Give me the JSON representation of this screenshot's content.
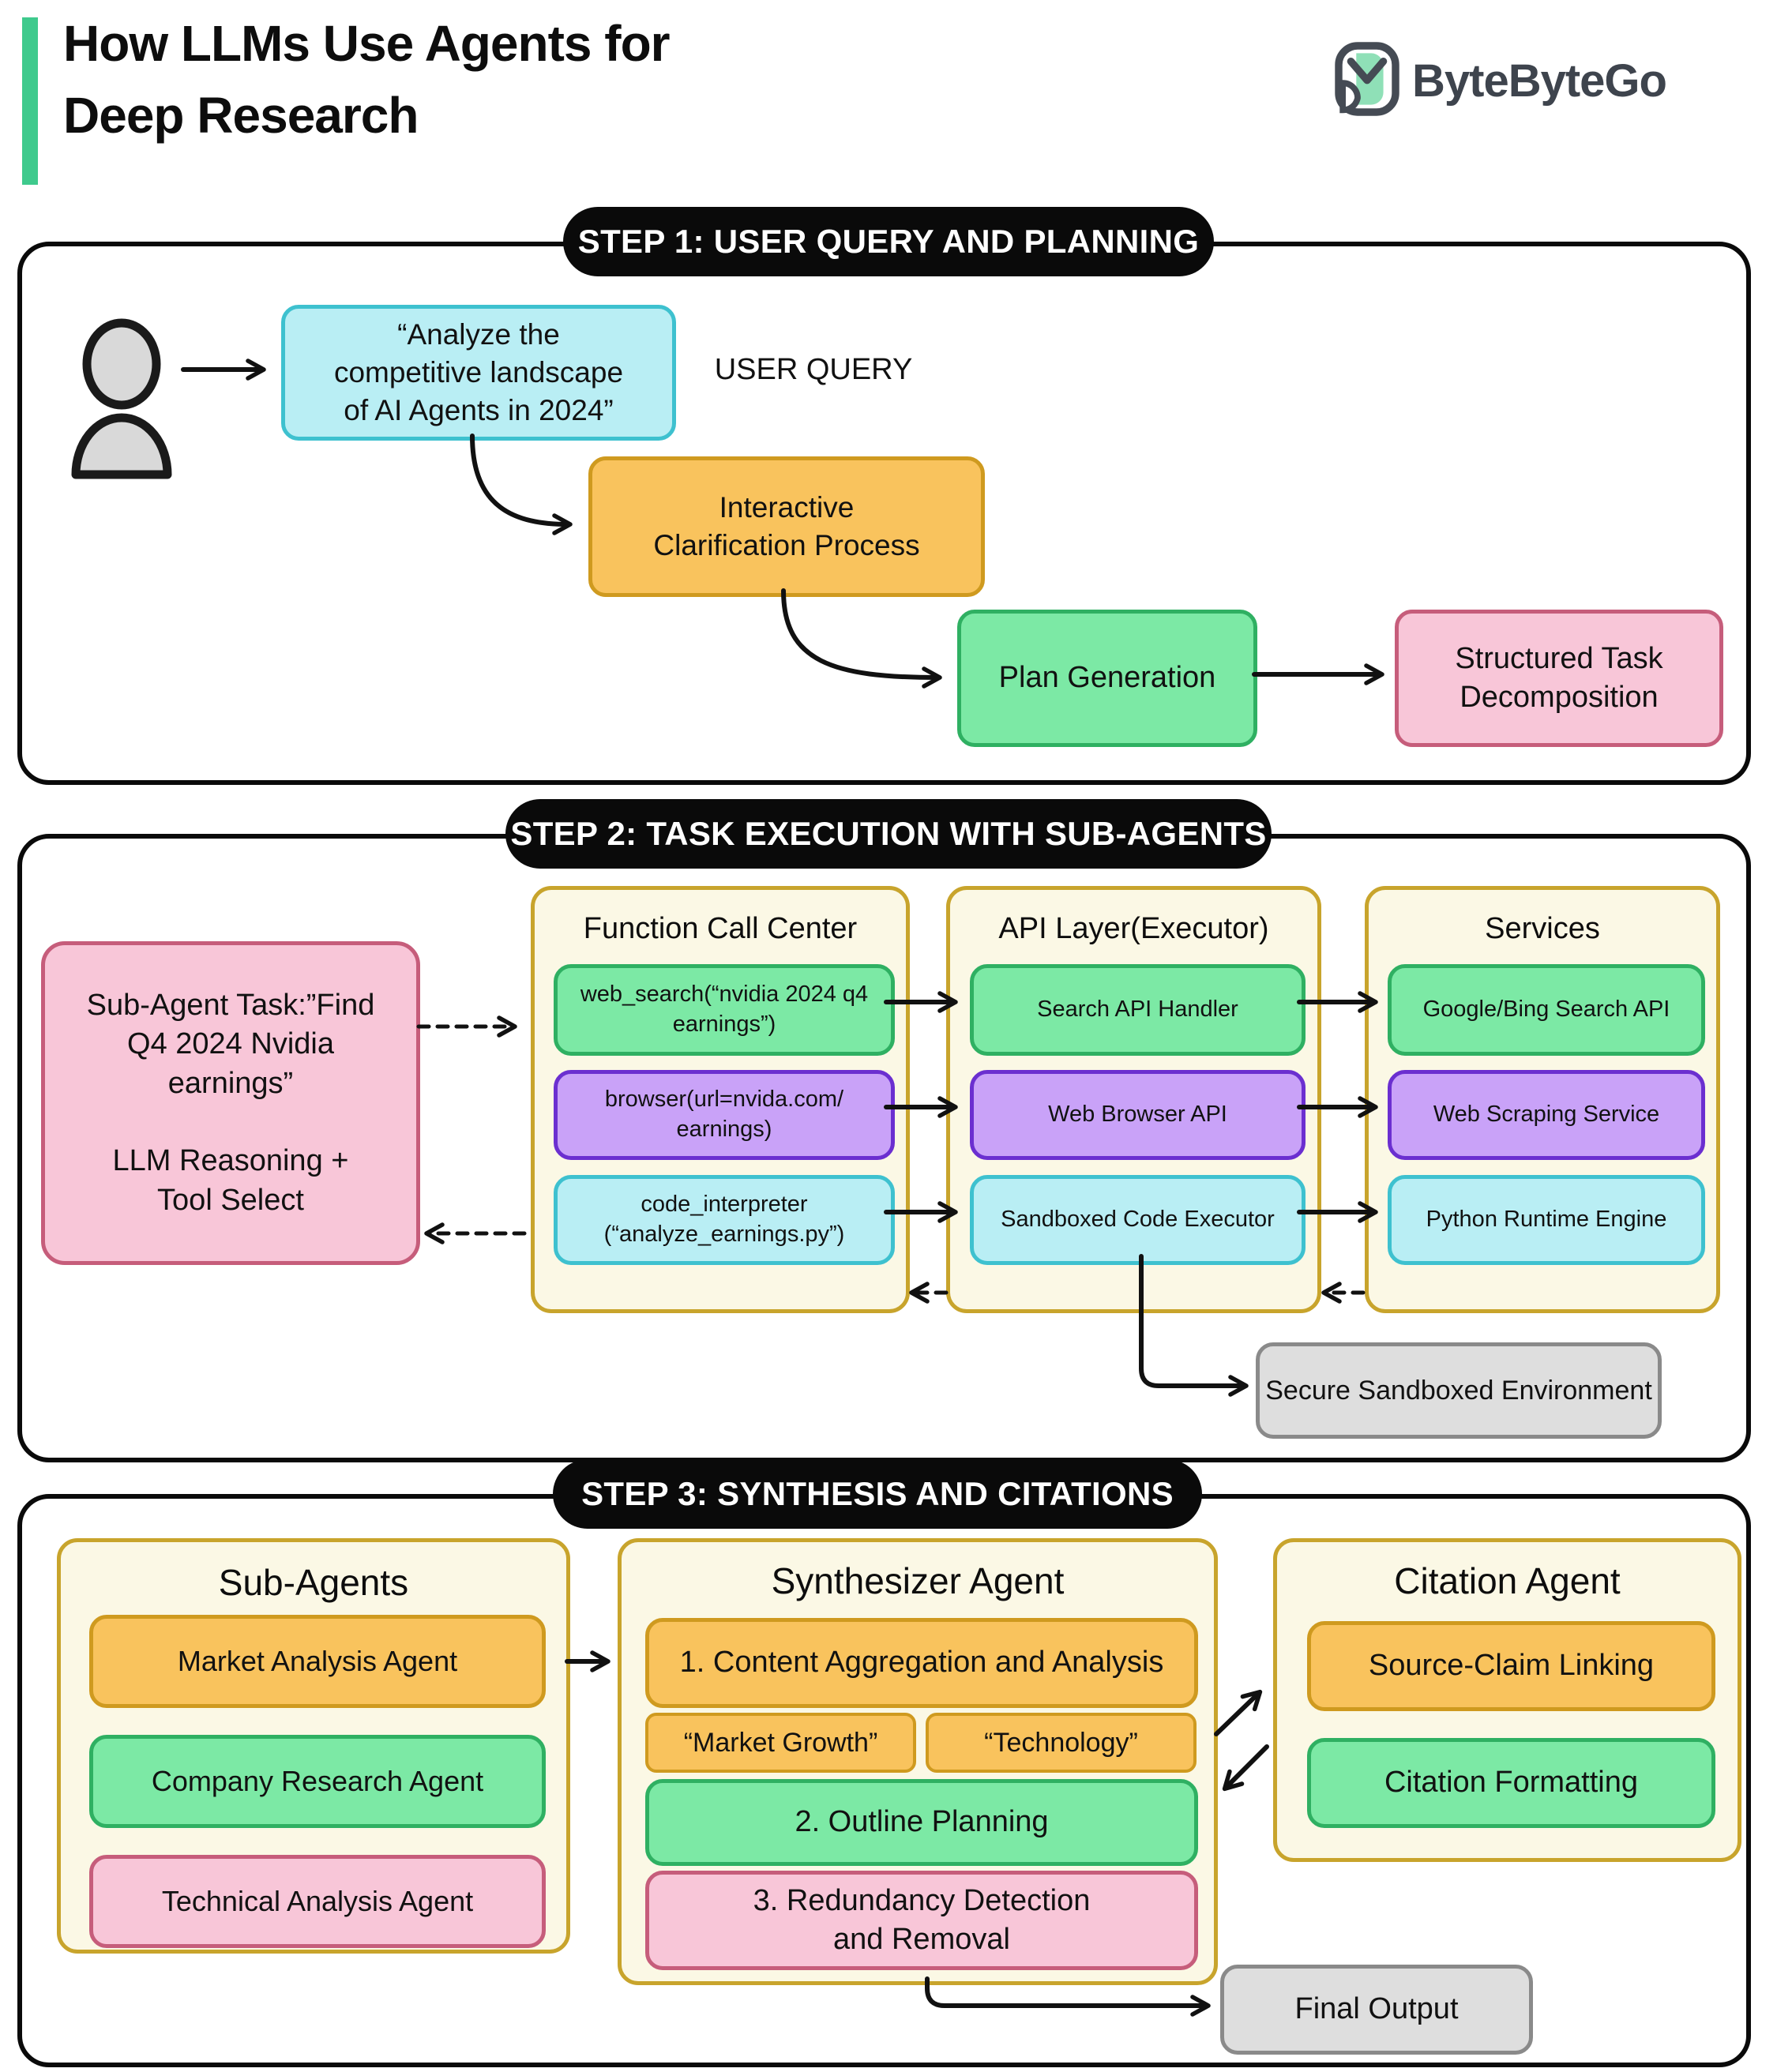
{
  "header": {
    "title": "How LLMs Use Agents for\nDeep Research",
    "brand": "ByteByteGo"
  },
  "colors": {
    "accent_green": "#3fca8d",
    "box_green": "#7ce9a5",
    "box_orange": "#f9c35d",
    "box_pink": "#f8c6d8",
    "box_purple": "#c9a2f8",
    "box_cyan": "#b9eef4",
    "box_gray": "#dedede",
    "panel_cream": "#fbf8e5",
    "pill_black": "#0a0a0a"
  },
  "step1": {
    "label": "STEP 1: USER QUERY AND PLANNING",
    "user_query_box": "“Analyze the\ncompetitive landscape\nof AI Agents in 2024”",
    "user_query_label": "USER QUERY",
    "clarification_box": "Interactive\nClarification Process",
    "plan_generation_box": "Plan Generation",
    "task_decomposition_box": "Structured Task\nDecomposition"
  },
  "step2": {
    "label": "STEP 2: TASK EXECUTION WITH SUB-AGENTS",
    "subagent_task_box": "Sub-Agent Task:”Find\nQ4 2024 Nvidia\nearnings”\n\nLLM Reasoning +\nTool Select",
    "function_call_center": {
      "title": "Function Call Center",
      "items": [
        "web_search(“nvidia 2024 q4\nearnings”)",
        "browser(url=nvida.com/\nearnings)",
        "code_interpreter\n(“analyze_earnings.py”)"
      ]
    },
    "api_layer": {
      "title": "API Layer(Executor)",
      "items": [
        "Search API Handler",
        "Web Browser API",
        "Sandboxed Code Executor"
      ]
    },
    "services": {
      "title": "Services",
      "items": [
        "Google/Bing Search API",
        "Web Scraping Service",
        "Python Runtime Engine"
      ]
    },
    "sandbox_box": "Secure Sandboxed Environment"
  },
  "step3": {
    "label": "STEP 3: SYNTHESIS AND CITATIONS",
    "sub_agents": {
      "title": "Sub-Agents",
      "items": [
        "Market Analysis Agent",
        "Company Research Agent",
        "Technical Analysis Agent"
      ]
    },
    "synthesizer": {
      "title": "Synthesizer Agent",
      "item1": "1. Content Aggregation and Analysis",
      "tag1": "“Market Growth”",
      "tag2": "“Technology”",
      "item2": "2. Outline Planning",
      "item3": "3. Redundancy Detection\nand Removal"
    },
    "citation": {
      "title": "Citation Agent",
      "items": [
        "Source-Claim Linking",
        "Citation Formatting"
      ]
    },
    "final_output_box": "Final Output"
  }
}
